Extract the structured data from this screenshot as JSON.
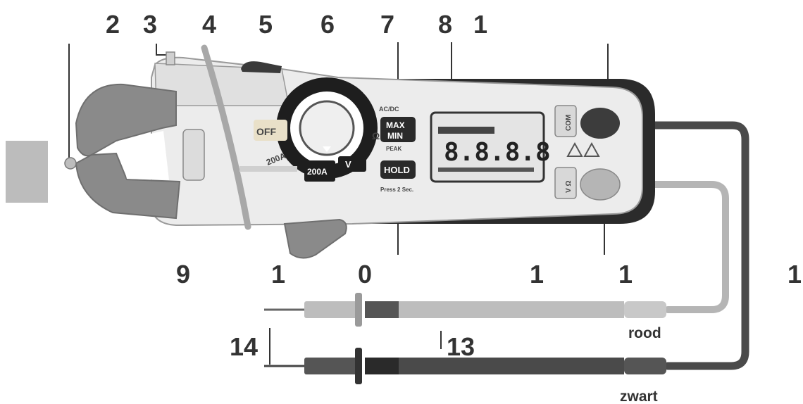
{
  "callouts": {
    "top": [
      "2",
      "3",
      "4",
      "5",
      "6",
      "7",
      "8",
      "1"
    ],
    "bottom": [
      "9",
      "1",
      "0",
      "1",
      "1",
      "1"
    ],
    "side_left": "14",
    "side_mid": "13"
  },
  "device": {
    "dial_positions": [
      "OFF",
      "200A",
      "200A",
      "V",
      "Ω"
    ],
    "buttons": {
      "maxmin_line1": "MAX",
      "maxmin_line2": "MIN",
      "hold": "HOLD",
      "peak": "PEAK",
      "acdc": "AC/DC",
      "press_hint": "Press 2 Sec."
    },
    "jacks": {
      "com": "COM",
      "v_ohm": "V Ω"
    },
    "lcd_digits": "8.8.8.8"
  },
  "leads": {
    "red": "rood",
    "black": "zwart"
  },
  "colors": {
    "body_light": "#e8e8e8",
    "body_dark": "#2b2b2b",
    "jaw": "#8a8a8a",
    "lead_red": "#b5b5b5",
    "lead_black": "#4a4a4a",
    "text": "#333333"
  }
}
